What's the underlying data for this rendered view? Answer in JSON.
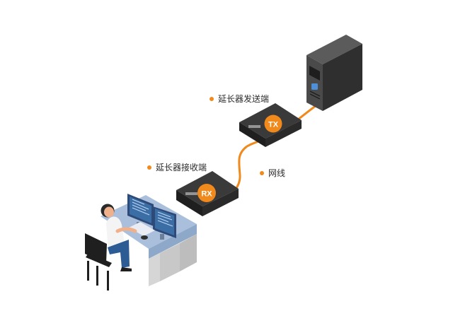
{
  "labels": {
    "tx": "延长器发送端",
    "rx": "延长器接收端",
    "network": "网线"
  },
  "device_badges": {
    "tx": "TX",
    "rx": "RX"
  },
  "colors": {
    "accent": "#f08a1c",
    "server_dark": "#2b2b2b",
    "server_mid": "#3a3a3a",
    "device_dark": "#1f1f1f",
    "desk": "#9db3cf",
    "desk_shadow": "#cfcfcf",
    "monitor": "#2e4a78",
    "screen": "#3b6ea5"
  }
}
